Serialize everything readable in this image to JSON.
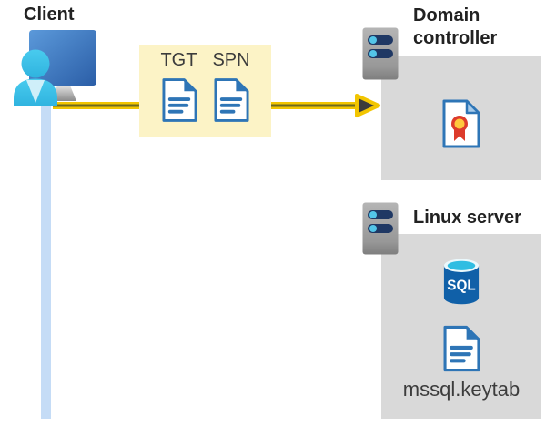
{
  "diagram": {
    "client": {
      "label": "Client"
    },
    "ticket_box": {
      "tgt_label": "TGT",
      "spn_label": "SPN"
    },
    "domain_controller": {
      "label": "Domain controller"
    },
    "linux_server": {
      "label": "Linux server",
      "sql_badge": "SQL",
      "keytab_label": "mssql.keytab"
    },
    "icons": [
      "client-computer-user-icon",
      "tgt-document-icon",
      "spn-document-icon",
      "auth-request-arrow",
      "server-icon",
      "certificate-icon",
      "sql-database-icon",
      "keytab-document-icon"
    ]
  },
  "colors": {
    "title_text": "#222222",
    "label_text": "#3C3C3C",
    "box_yellow": "#FCF3C6",
    "box_gray": "#D9D9D9",
    "arrow_yellow": "#F2C500",
    "arrow_dark": "#6E6A1F",
    "arrowhead_fill": "#3B3B3B",
    "client_line": "#C5DCF6",
    "doc_blue": "#2E75B6",
    "person_cyan": "#3BC3E9",
    "monitor_blue": "#3B74BE",
    "server_bar_navy": "#1F3864",
    "server_dot_cyan": "#53C5E8",
    "sql_blue": "#1060A8",
    "sql_top_cyan": "#2FBDE2",
    "cert_red": "#DD3B2B",
    "cert_gold": "#FFC83D"
  }
}
